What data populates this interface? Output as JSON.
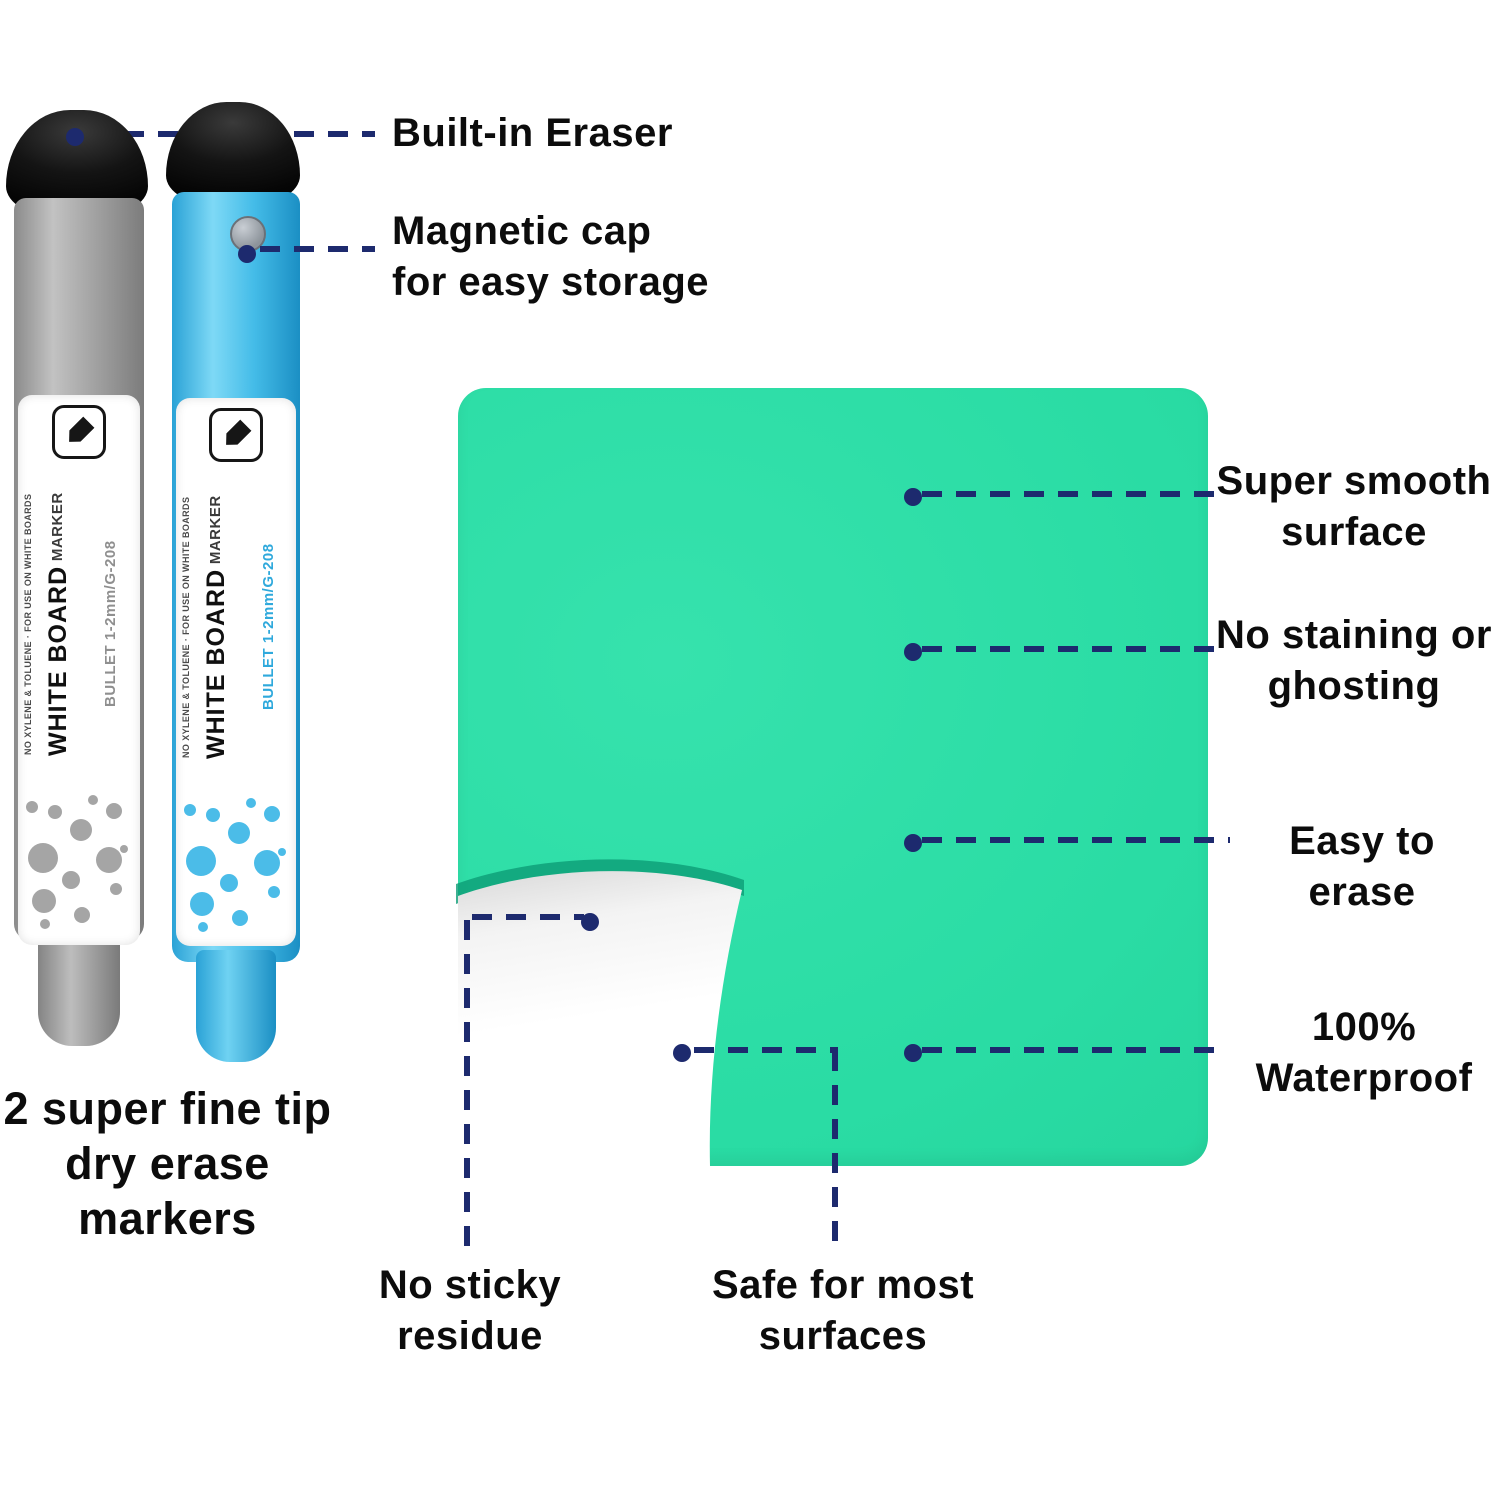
{
  "colors": {
    "navy_accent": "#1d2a6e",
    "sheet_green": "#2adca4",
    "marker_blue": "#3cb6e6",
    "marker_gray": "#9d9d9d",
    "text_black": "#0c0c0c"
  },
  "callouts": {
    "built_in_eraser": "Built-in Eraser",
    "magnetic_cap": "Magnetic cap\nfor easy storage",
    "super_smooth": "Super smooth\nsurface",
    "no_staining": "No staining or\nghosting",
    "easy_to_erase": "Easy to erase",
    "waterproof": "100%\nWaterproof",
    "no_sticky": "No sticky\nresidue",
    "safe_surfaces": "Safe for most\nsurfaces"
  },
  "caption": "2 super fine tip\ndry erase\nmarkers",
  "marker_label": {
    "fine_print": "NO XYLENE & TOLUENE · FOR USE ON WHITE BOARDS",
    "brand": "WHITE BOARD",
    "brand_sub": " MARKER",
    "spec": "BULLET 1-2mm/G-208"
  }
}
